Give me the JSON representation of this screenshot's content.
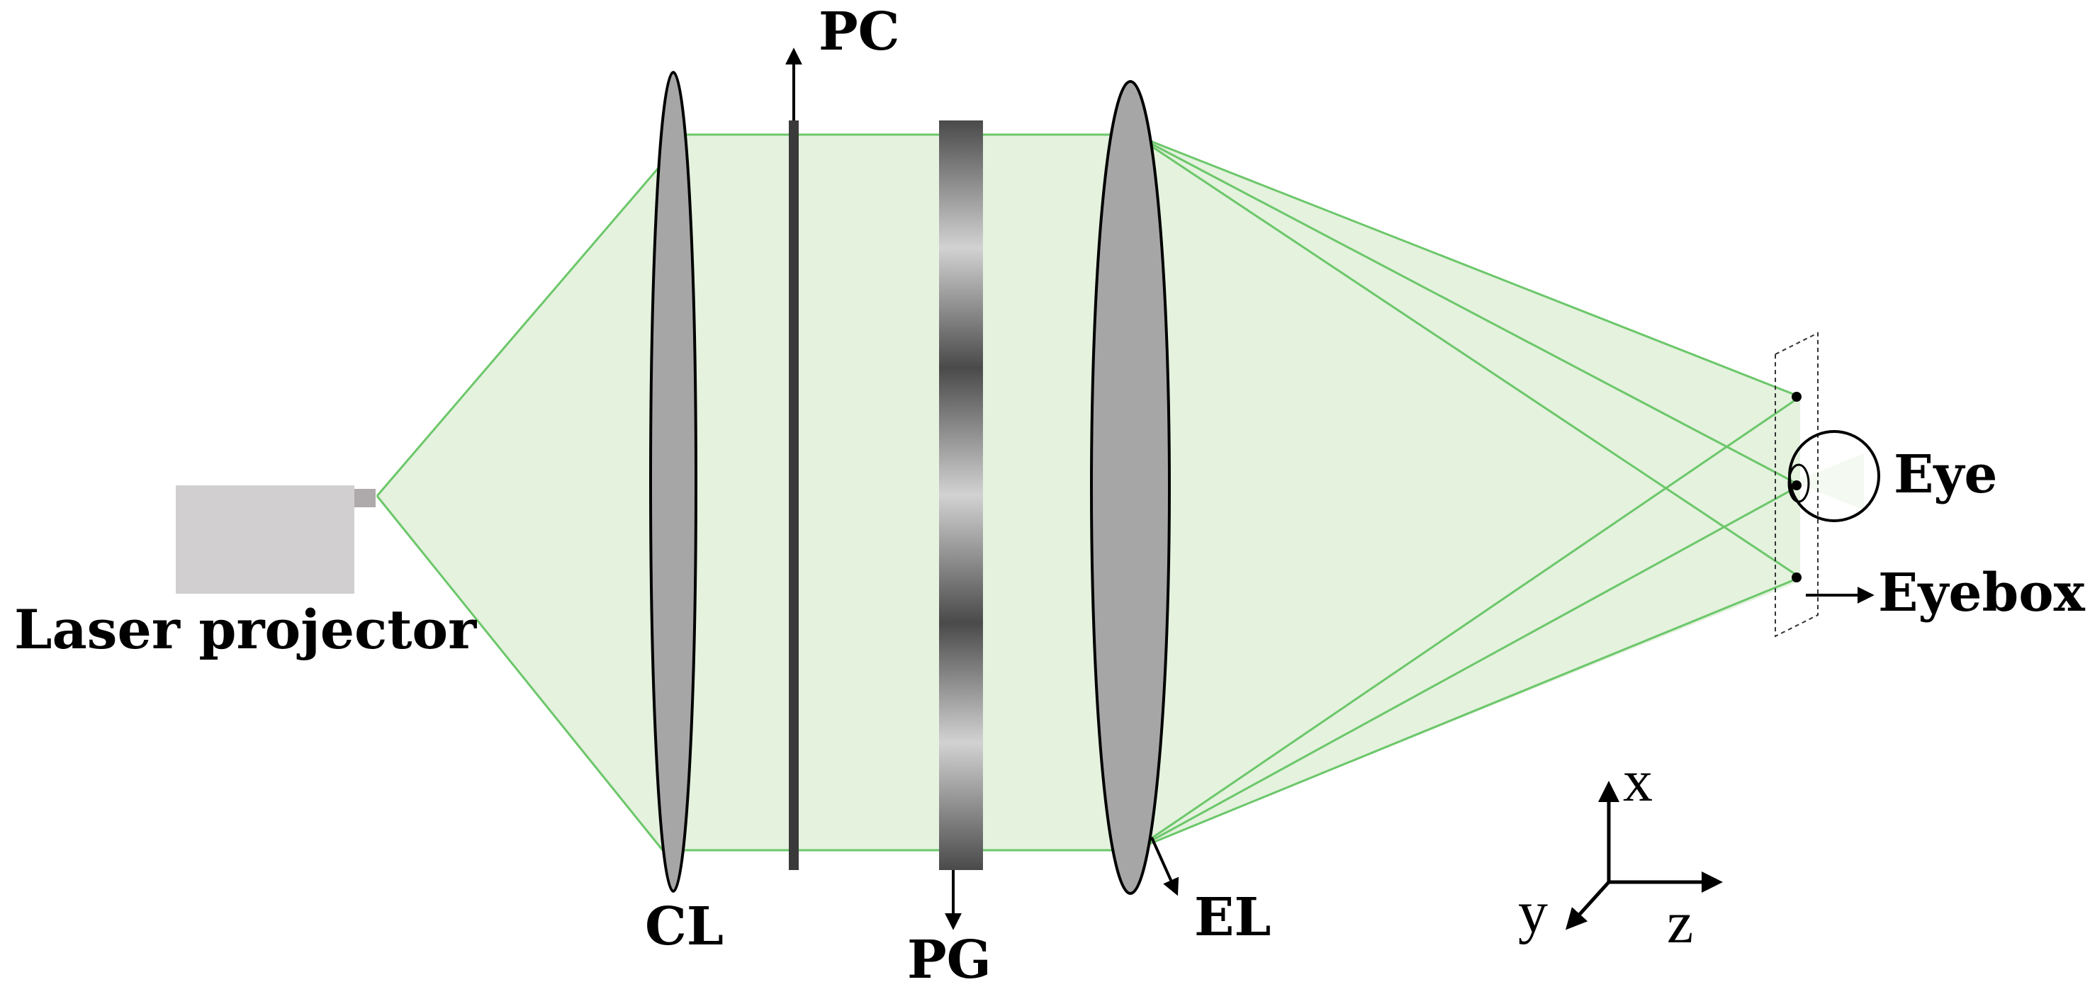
{
  "labels": {
    "laser_projector": "Laser projector",
    "cl": "CL",
    "pc": "PC",
    "pg": "PG",
    "el": "EL",
    "eye": "Eye",
    "eyebox": "Eyebox"
  },
  "axes": {
    "x": "x",
    "y": "y",
    "z": "z"
  },
  "colors": {
    "beam_fill": "#e4f2de",
    "beam_line": "#6cc76a",
    "lens_fill": "#a6a6a6",
    "projector_body": "#d2cfd0",
    "plate": "#3a3a3a"
  }
}
